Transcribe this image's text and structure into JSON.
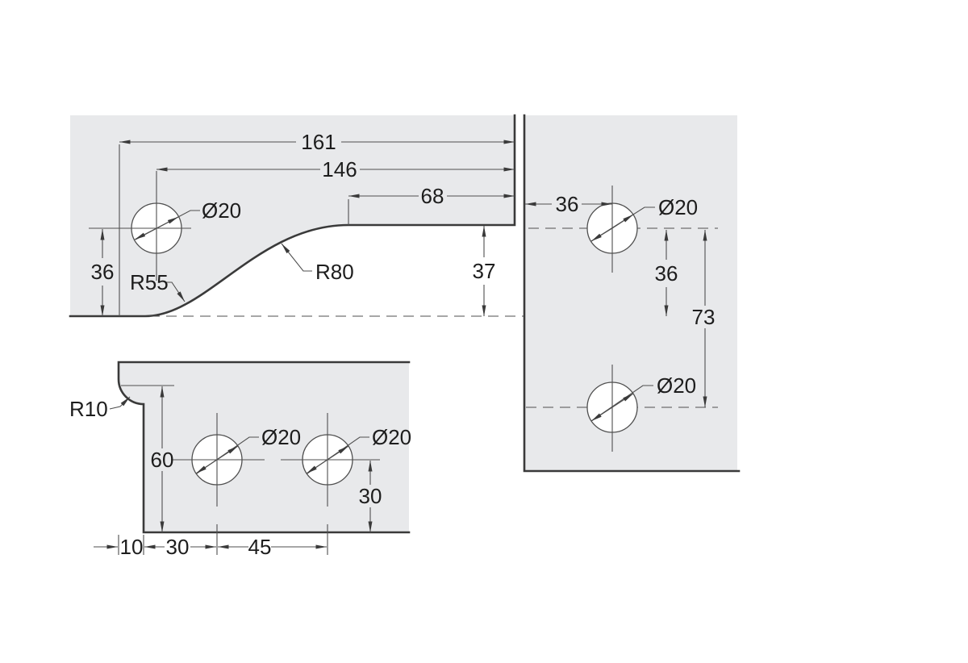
{
  "colors": {
    "background": "#ffffff",
    "part_fill": "#e8e9eb",
    "outline": "#3a3a3a",
    "thin_line": "#4f4f4f",
    "text": "#1d1d1d"
  },
  "parts": {
    "profile": {
      "dims": {
        "overall": "161",
        "hole_to_edge": "146",
        "flat": "68",
        "hole_height": "36",
        "flat_height": "37"
      },
      "r_lower": "R55",
      "r_upper": "R80",
      "hole": "Ø20"
    },
    "tall": {
      "dims": {
        "inset": "36",
        "drop": "36",
        "pitch": "73"
      },
      "hole_top": "Ø20",
      "hole_bottom": "Ø20"
    },
    "notched": {
      "dims": {
        "notch": "10",
        "edge_to_hole": "30",
        "pitch": "45",
        "height": "60",
        "hole_height": "30"
      },
      "radius": "R10",
      "hole_left": "Ø20",
      "hole_right": "Ø20"
    }
  }
}
